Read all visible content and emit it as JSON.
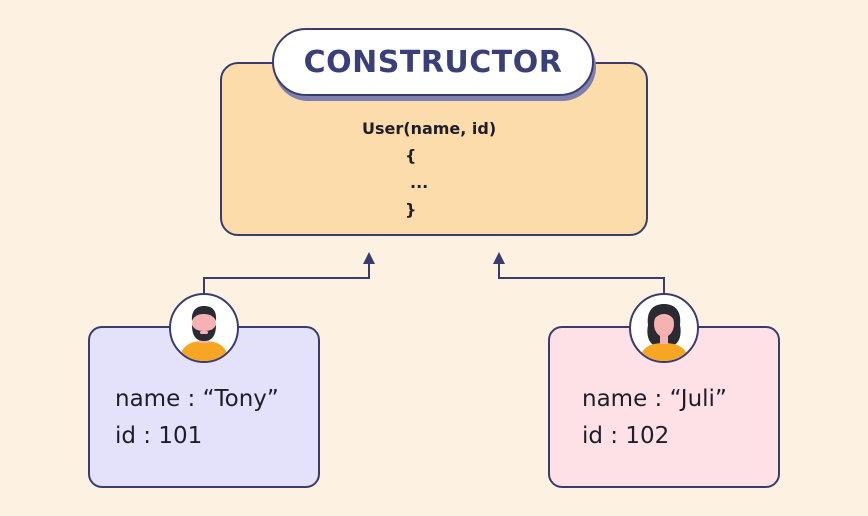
{
  "constructor": {
    "title": "CONSTRUCTOR",
    "code_lines": [
      "User(name, id)",
      "{",
      "...",
      "}"
    ]
  },
  "objects": [
    {
      "name_line": "name : “Tony”",
      "id_line": "id : 101",
      "avatar": "man-bearded-avatar-icon"
    },
    {
      "name_line": "name : “Juli”",
      "id_line": "id : 102",
      "avatar": "woman-avatar-icon"
    }
  ],
  "colors": {
    "background": "#fdf1e2",
    "constructor_fill": "#fcdcaa",
    "tony_fill": "#e4e2fb",
    "juli_fill": "#fde1e6",
    "outline": "#3a3d6b",
    "title_text": "#3b3f78",
    "shirt": "#f6a623"
  }
}
